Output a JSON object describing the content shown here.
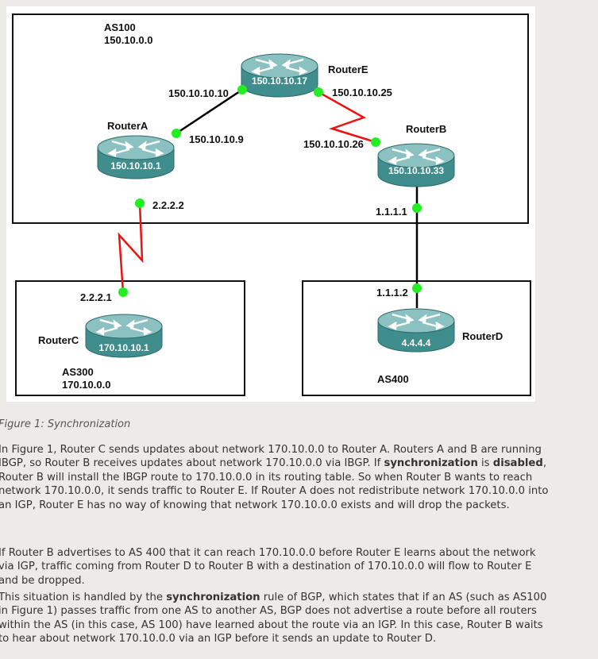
{
  "diagram": {
    "as100": {
      "name": "AS100",
      "network": "150.10.0.0"
    },
    "as300": {
      "name": "AS300",
      "network": "170.10.0.0"
    },
    "as400": {
      "name": "AS400"
    },
    "routers": {
      "a": {
        "name": "RouterA",
        "ip": "150.10.10.1"
      },
      "b": {
        "name": "RouterB",
        "ip": "150.10.10.33"
      },
      "c": {
        "name": "RouterC",
        "ip": "170.10.10.1"
      },
      "d": {
        "name": "RouterD",
        "ip": "4.4.4.4"
      },
      "e": {
        "name": "RouterE",
        "ip": "150.10.10.17"
      }
    },
    "interfaces": {
      "e_a": "150.10.10.10",
      "e_b": "150.10.10.25",
      "a_e": "150.10.10.9",
      "b_e": "150.10.10.26",
      "a_c": "2.2.2.2",
      "c_a": "2.2.2.1",
      "b_d": "1.1.1.1",
      "d_b": "1.1.1.2"
    },
    "colors": {
      "link": "#000000",
      "serial_link": "#ee1111",
      "interface_dot": "#22ee22",
      "router_body": "#3f8d8d",
      "router_top": "#8cc1c1"
    }
  },
  "caption": "Figure 1: Synchronization",
  "paragraph1": {
    "l1": "In Figure 1, Router C sends updates about network 170.10.0.0 to Router A. Routers A and B are running",
    "l2_a": "IBGP, so Router B receives updates about network 170.10.0.0 via IBGP. If ",
    "l2_b1": "synchronization",
    "l2_c": " is ",
    "l2_b2": "disabled",
    "l2_d": ",",
    "l3": "Router B will install the IBGP route to 170.10.0.0 in its routing table. So when Router B wants to reach",
    "l4": "network 170.10.0.0, it sends traffic to Router E. If Router A does not redistribute network 170.10.0.0 into",
    "l5": "an IGP, Router E has no way of knowing that network 170.10.0.0 exists and will drop the packets."
  },
  "paragraph2": {
    "l1": "If Router B advertises to AS 400 that it can reach 170.10.0.0 before Router E learns about the network",
    "l2": "via IGP, traffic coming from Router D to Router B with a destination of 170.10.0.0 will flow to Router E",
    "l3": "and be dropped."
  },
  "paragraph3": {
    "l1_a": "This situation is handled by the ",
    "l1_b": "synchronization",
    "l1_c": " rule of BGP, which states that if an AS (such as AS100",
    "l2": "in Figure 1) passes traffic from one AS to another AS, BGP does not advertise a route before all routers",
    "l3": "within the AS (in this case, AS 100) have learned about the route via an IGP. In this case, Router B waits",
    "l4": "to hear about network 170.10.0.0 via an IGP before it sends an update to Router D."
  }
}
